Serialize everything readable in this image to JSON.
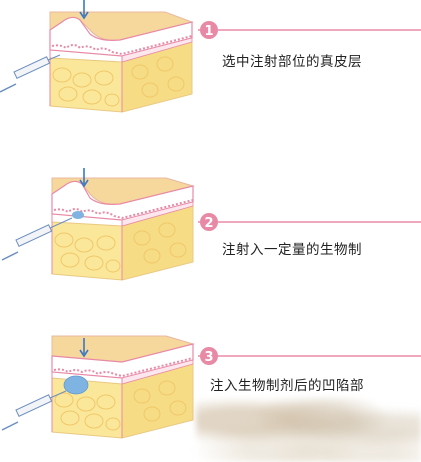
{
  "steps": [
    {
      "number": "1",
      "caption": "选中注射部位的真皮层"
    },
    {
      "number": "2",
      "caption": "注射入一定量的生物制"
    },
    {
      "number": "3",
      "caption": "注入生物制剂后的凹陷部"
    }
  ],
  "colors": {
    "pink": "#e88aa6",
    "dermis_top": "#f6d79c",
    "fat": "#fbe79a",
    "fat_cell": "#f4d27a",
    "arrow": "#3a78c2",
    "needle": "#6d8fbf",
    "filler": "#7fb4e2"
  },
  "icons": [
    "down-arrow-icon",
    "syringe-icon",
    "number-badge-icon"
  ]
}
